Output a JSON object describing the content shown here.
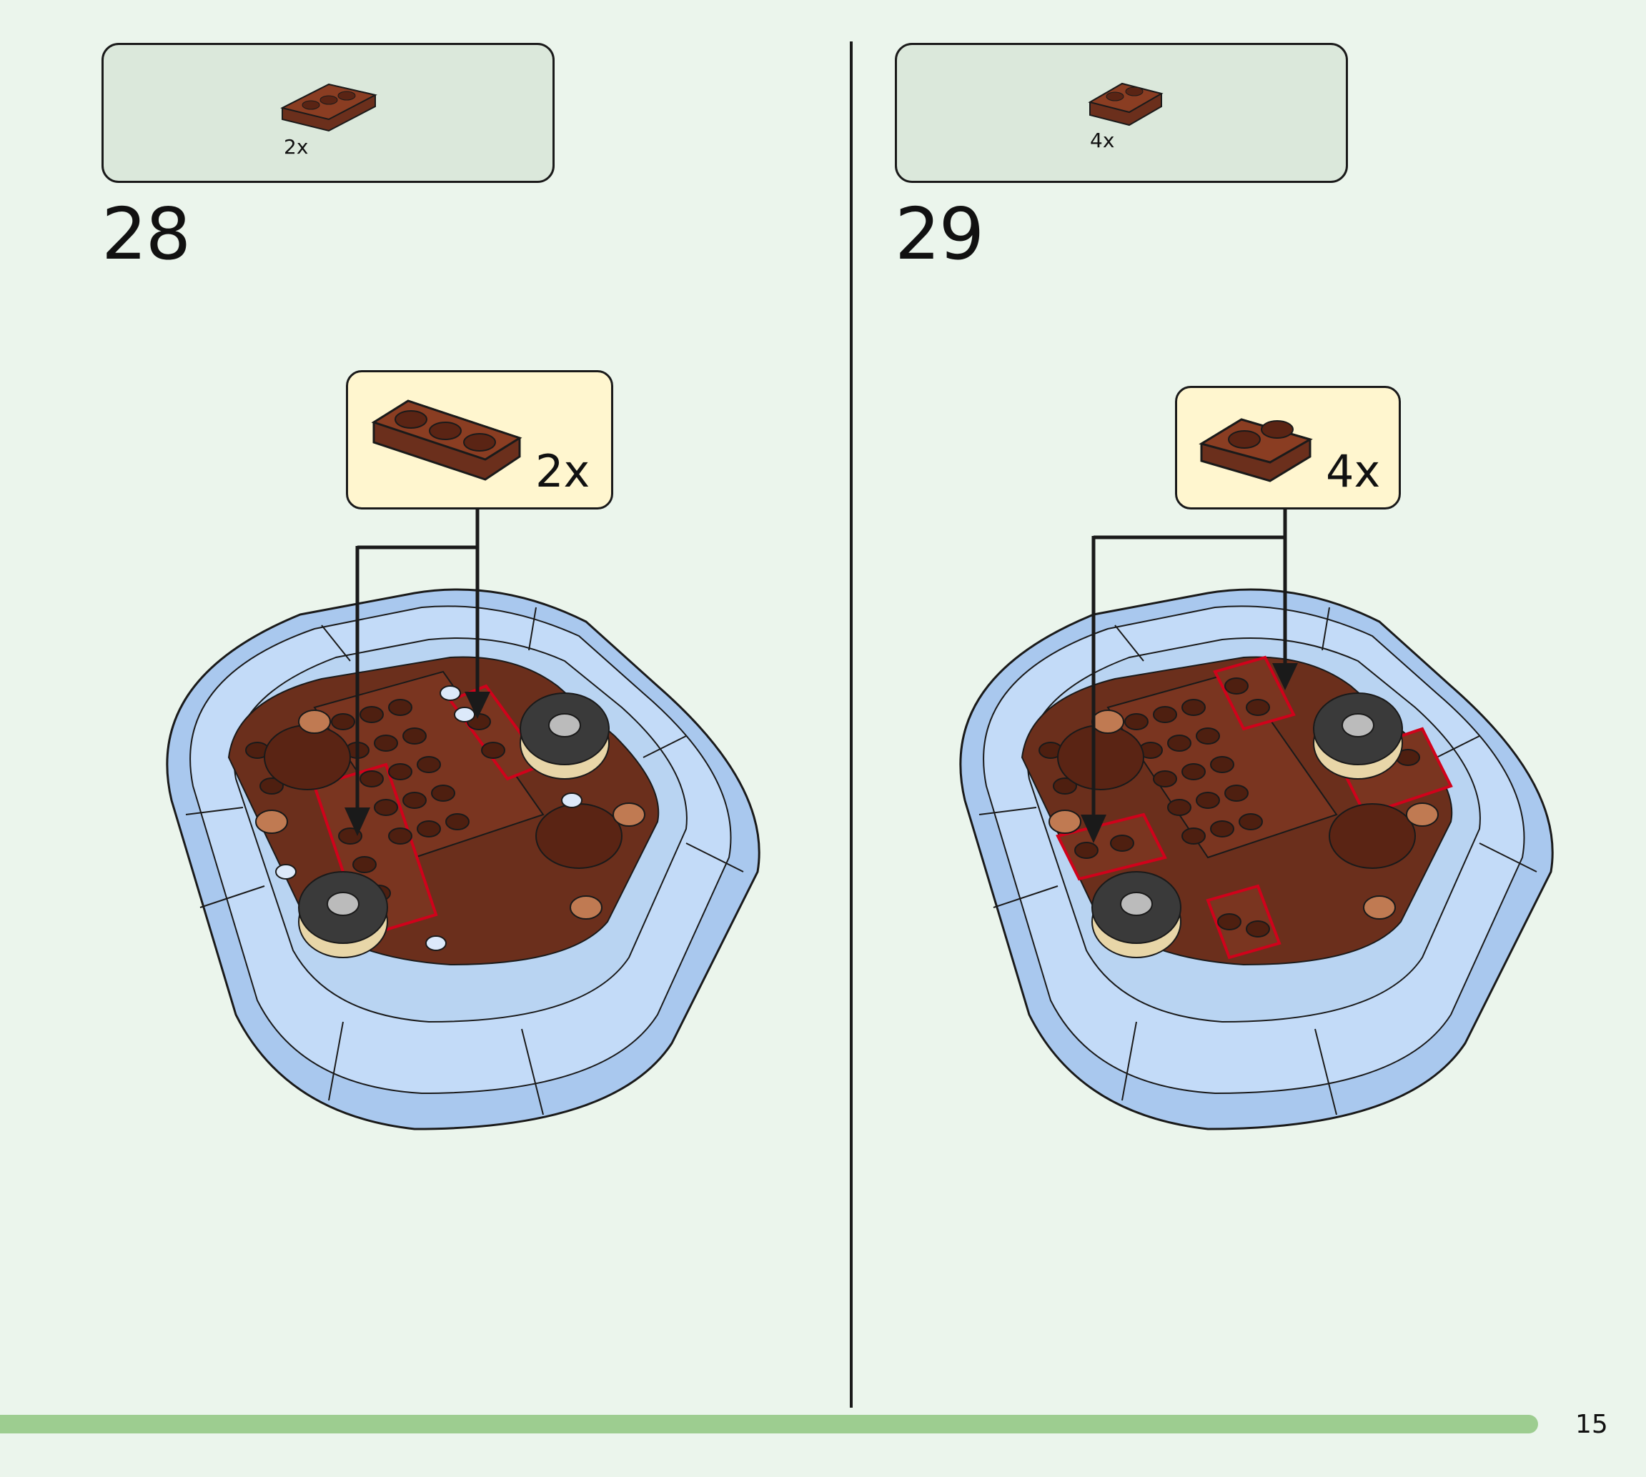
{
  "steps": [
    {
      "number": "28",
      "parts_qty": "2x",
      "callout_qty": "2x"
    },
    {
      "number": "29",
      "parts_qty": "4x",
      "callout_qty": "4x"
    }
  ],
  "page_number": "15",
  "colors": {
    "background": "#ebf5ec",
    "parts_box": "#dbe8db",
    "callout": "#fff6cf",
    "brown_brick": "#6b2f1c",
    "light_blue_base": "#b9d4f2",
    "highlight_red": "#d0021b",
    "progress_bar": "#9dcd90"
  }
}
